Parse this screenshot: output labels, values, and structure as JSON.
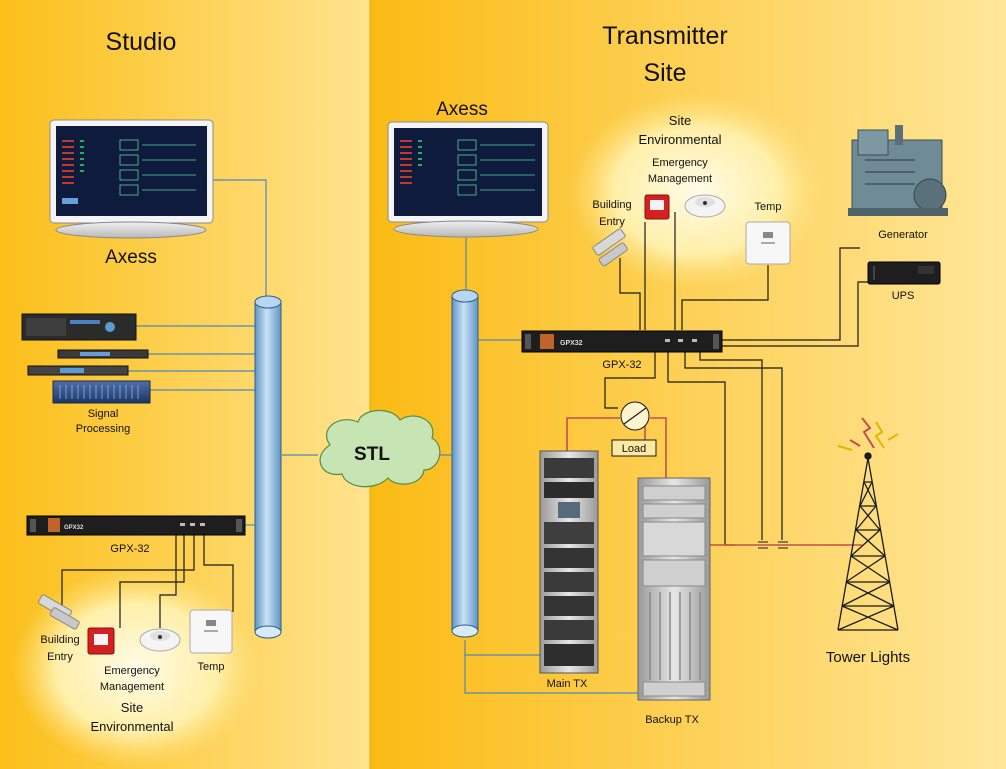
{
  "studio": {
    "title": "Studio",
    "axess_label": "Axess",
    "signal_processing": [
      "Signal",
      "Processing"
    ],
    "gpx_label": "GPX-32",
    "building_entry": [
      "Building",
      "Entry"
    ],
    "emergency": [
      "Emergency",
      "Management"
    ],
    "temp": "Temp",
    "site_env": [
      "Site",
      "Environmental"
    ]
  },
  "stl_label": "STL",
  "transmitter": {
    "title": [
      "Transmitter",
      "Site"
    ],
    "axess_label": "Axess",
    "site_env": [
      "Site",
      "Environmental"
    ],
    "emergency": [
      "Emergency",
      "Management"
    ],
    "building_entry": [
      "Building",
      "Entry"
    ],
    "temp": "Temp",
    "generator": "Generator",
    "ups": "UPS",
    "gpx_label": "GPX-32",
    "load": "Load",
    "main_tx": "Main TX",
    "backup_tx": "Backup TX",
    "tower_lights": "Tower Lights"
  },
  "device_brand": "GPX32",
  "colors": {
    "studio_bg": "#fcc82f",
    "transmitter_bg": "#fcc82f",
    "pipe": "#9cc3e5",
    "wire_blue": "#4f88b8",
    "wire_black": "#1a1a1a",
    "wire_red": "#c0504d",
    "cloud": "#c6e5b3"
  }
}
